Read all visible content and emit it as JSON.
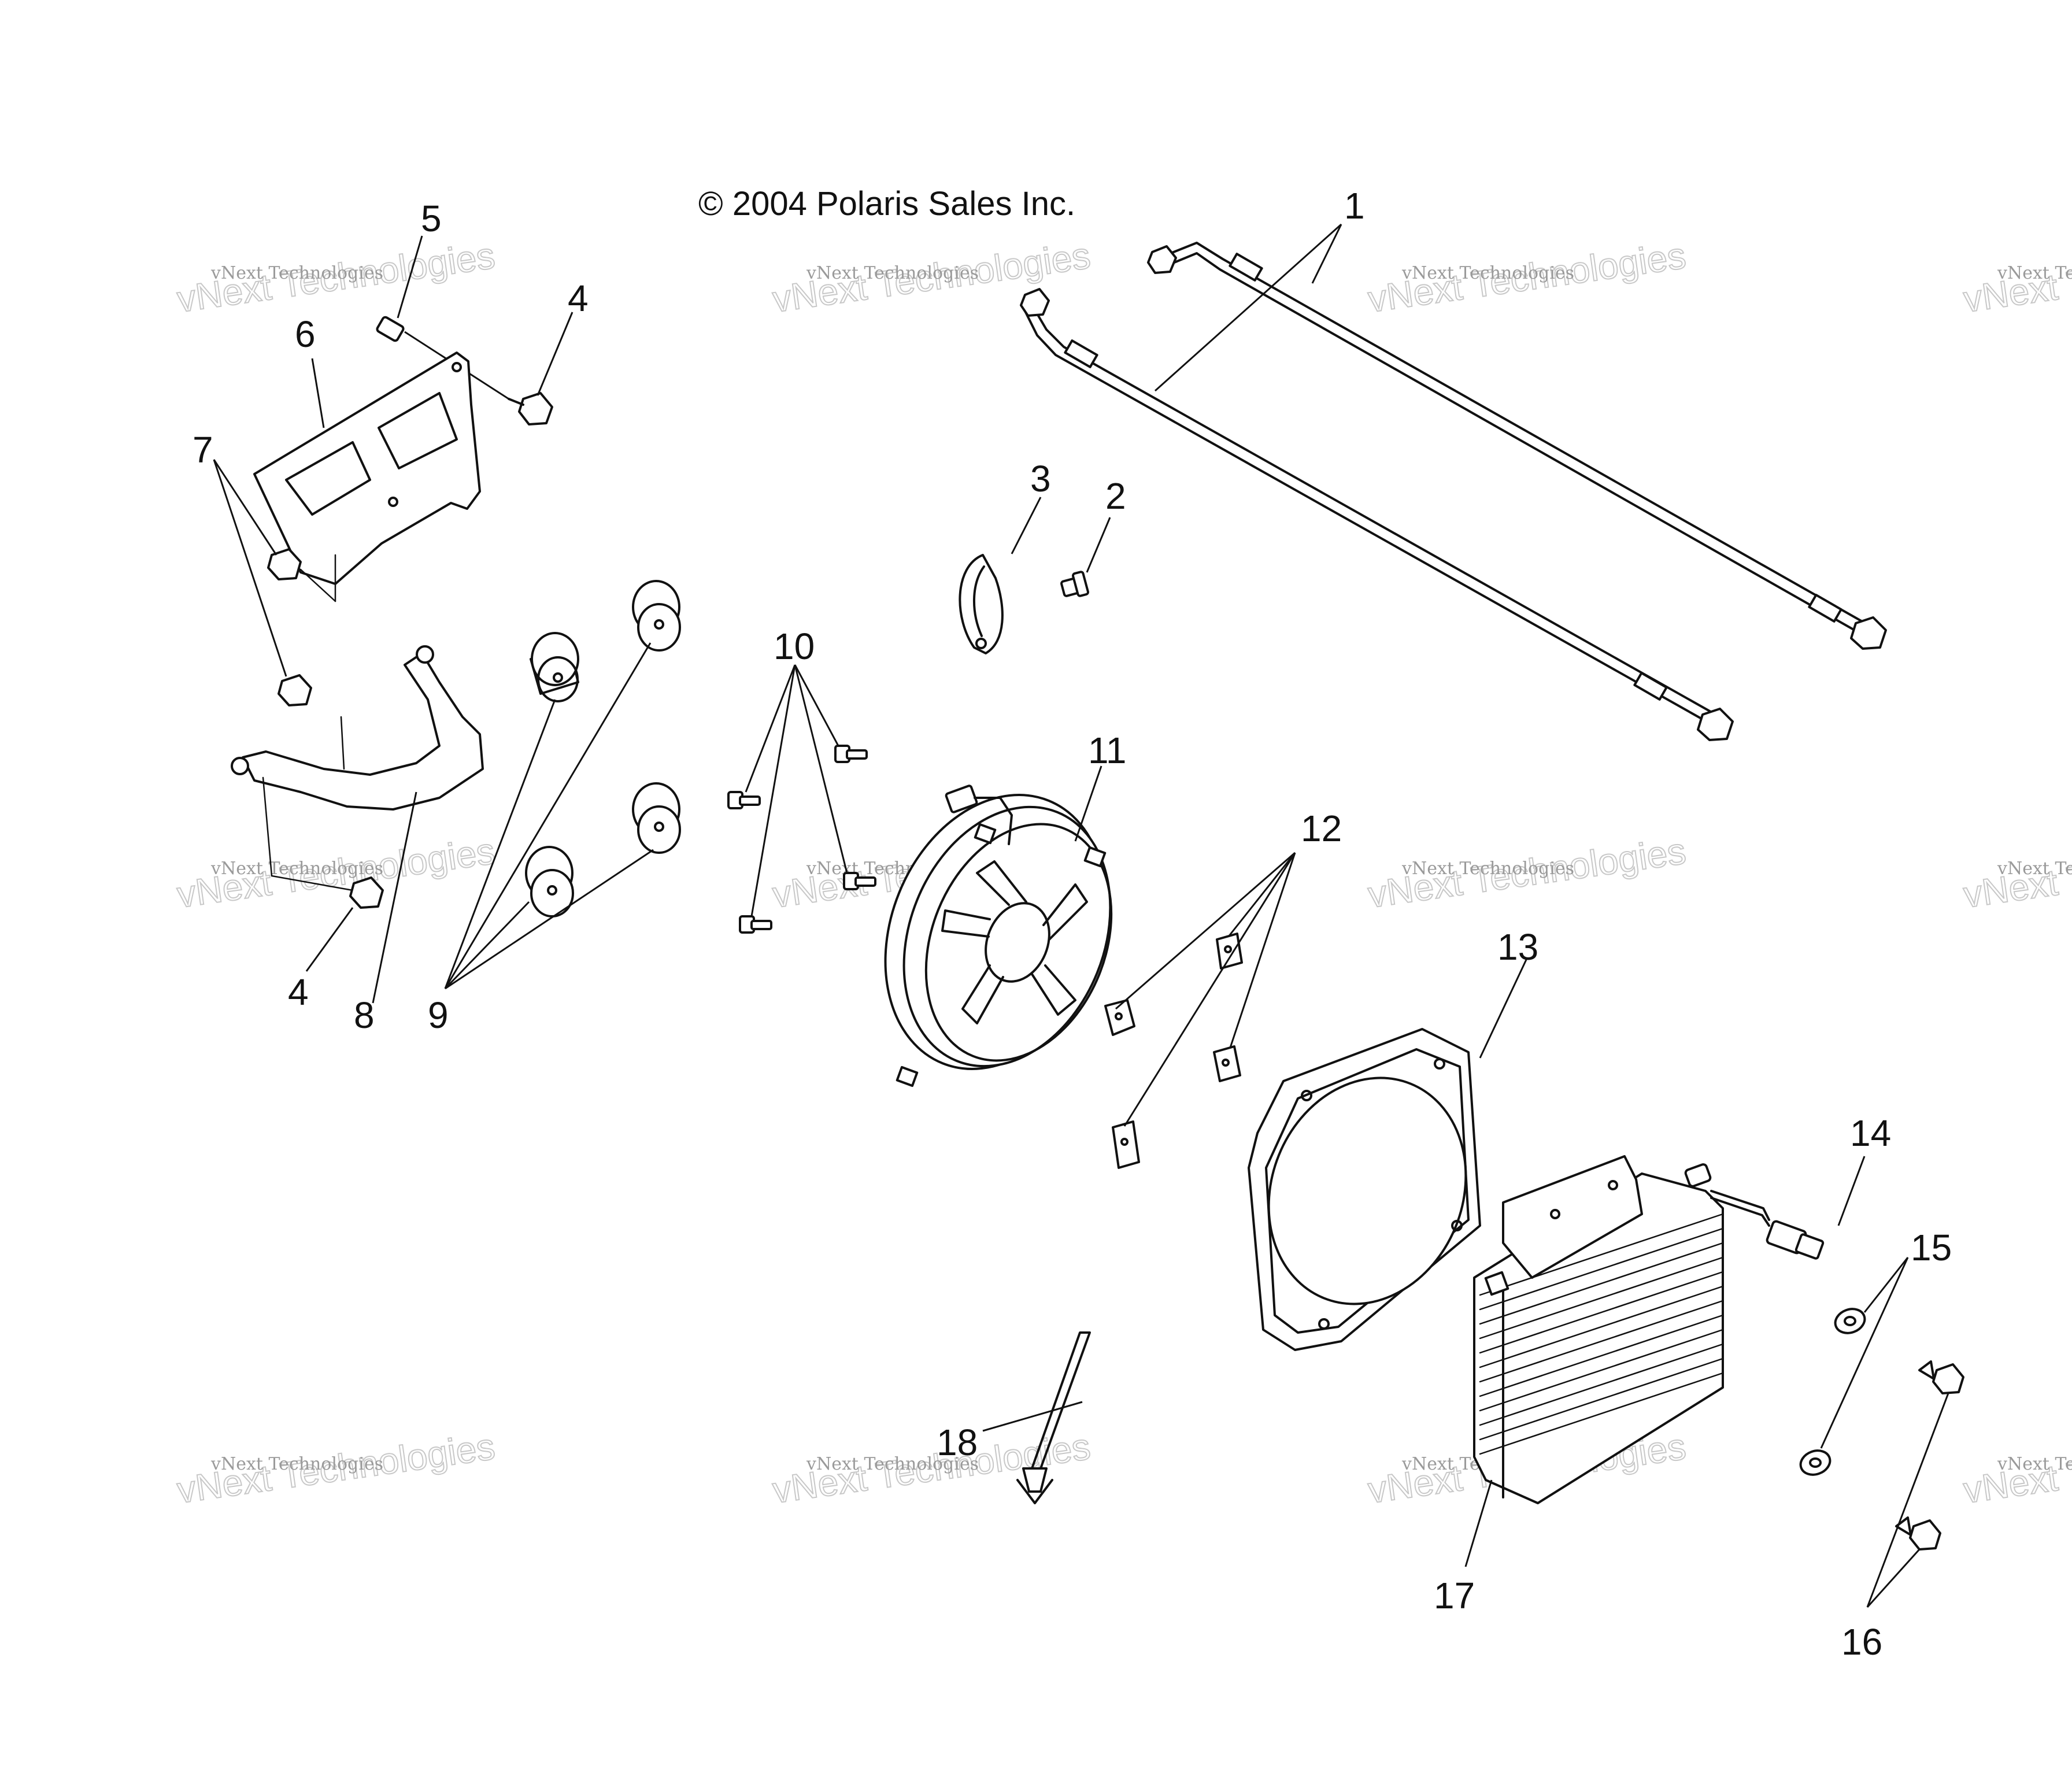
{
  "copyright": "© 2004 Polaris Sales Inc.",
  "watermark": {
    "line1": "vNext Technologies",
    "line2": "vNext Technologies"
  },
  "callouts": {
    "c1": "1",
    "c2": "2",
    "c3": "3",
    "c4a": "4",
    "c4b": "4",
    "c5": "5",
    "c6": "6",
    "c7": "7",
    "c8": "8",
    "c9": "9",
    "c10": "10",
    "c11": "11",
    "c12": "12",
    "c13": "13",
    "c14": "14",
    "c15": "15",
    "c16": "16",
    "c17": "17",
    "c18": "18"
  },
  "colors": {
    "line": "#111111",
    "watermark": "#9a9a9a",
    "background": "#ffffff"
  }
}
